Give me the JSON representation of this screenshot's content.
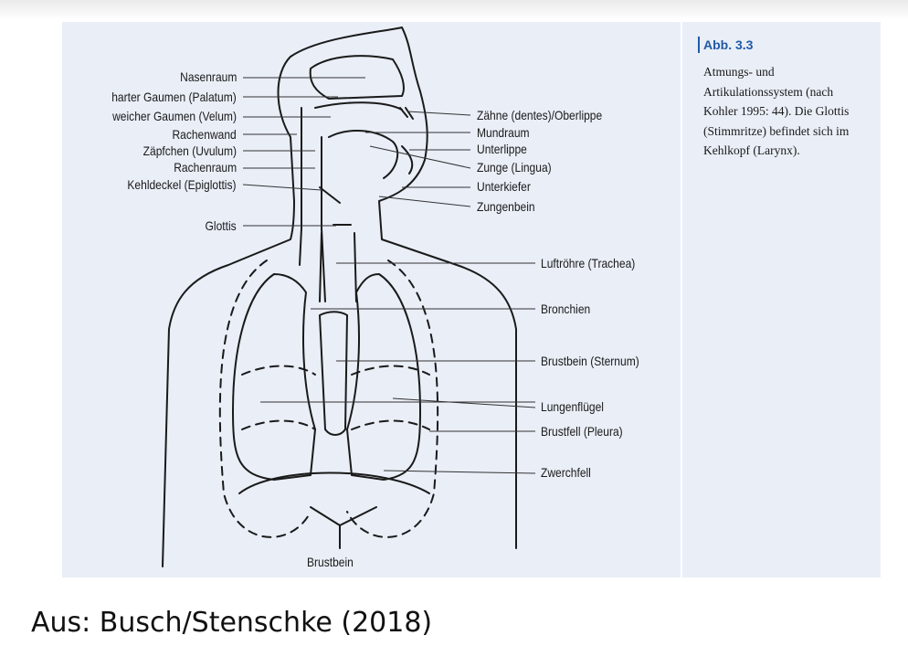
{
  "figure": {
    "labels_left": [
      "Nasenraum",
      "harter Gaumen (Palatum)",
      "weicher Gaumen (Velum)",
      "Rachenwand",
      "Zäpfchen (Uvulum)",
      "Rachenraum",
      "Kehldeckel (Epiglottis)",
      "Glottis"
    ],
    "labels_right": [
      "Zähne (dentes)/Oberlippe",
      "Mundraum",
      "Unterlippe",
      "Zunge (Lingua)",
      "Unterkiefer",
      "Zungenbein",
      "Luftröhre (Trachea)",
      "Bronchien",
      "Brustbein (Sternum)",
      "Lungenflügel",
      "Brustfell (Pleura)",
      "Zwerchfell"
    ],
    "label_bottom": "Brustbein"
  },
  "caption": {
    "title": "Abb. 3.3",
    "text": "Atmungs- und Artikulationssystem (nach Kohler 1995: 44). Die Glottis (Stimmritze) befindet sich im Kehlkopf (Larynx)."
  },
  "source": "Aus: Busch/Stenschke (2018)",
  "colors": {
    "panel": "#e9eef7",
    "caption_title": "#1f5aa6",
    "ink": "#1a1a1a"
  }
}
